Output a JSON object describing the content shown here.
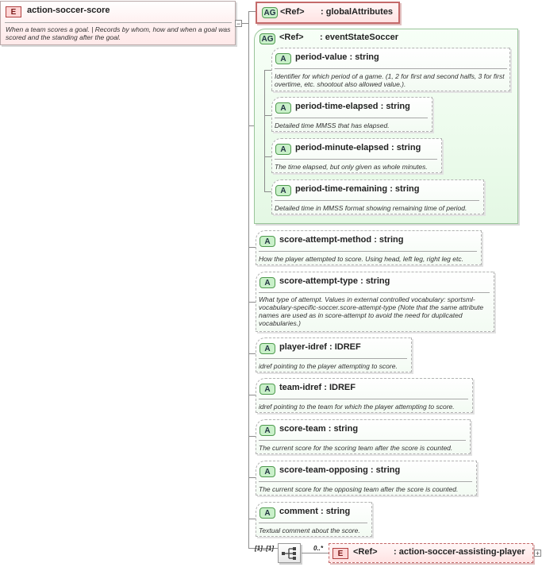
{
  "root": {
    "badge": "E",
    "name": "action-soccer-score",
    "doc": "When a team scores a goal. | Records by whom, how and when a goal was scored and the standing after the goal."
  },
  "global_ref": {
    "badge": "AG",
    "ref": "<Ref>",
    "name": ": globalAttributes"
  },
  "event_group": {
    "badge": "AG",
    "ref": "<Ref>",
    "name": ": eventStateSoccer",
    "attributes": [
      {
        "badge": "A",
        "name": "period-value",
        "type": ": string",
        "doc": "Identifier for which period of a game. (1, 2 for first and second halfs, 3 for first overtime, etc. shootout also allowed value.)."
      },
      {
        "badge": "A",
        "name": "period-time-elapsed",
        "type": ": string",
        "doc": "Detailed time MMSS that has elapsed."
      },
      {
        "badge": "A",
        "name": "period-minute-elapsed",
        "type": ": string",
        "doc": "The time elapsed, but only given as whole minutes."
      },
      {
        "badge": "A",
        "name": "period-time-remaining",
        "type": ": string",
        "doc": "Detailed time in MMSS format showing remaining time of period."
      }
    ]
  },
  "attributes": [
    {
      "badge": "A",
      "name": "score-attempt-method",
      "type": ": string",
      "doc": "How the player attempted to score. Using head, left leg, right leg etc."
    },
    {
      "badge": "A",
      "name": "score-attempt-type",
      "type": ": string",
      "doc": "What type of attempt. Values in external controlled vocabulary: sportsml-vocabulary-specific-soccer.score-attempt-type (Note that the same attribute names are used as in score-attempt to avoid the need for duplicated vocabularies.)"
    },
    {
      "badge": "A",
      "name": "player-idref",
      "type": ": IDREF",
      "doc": "idref pointing to the player attempting to score."
    },
    {
      "badge": "A",
      "name": "team-idref",
      "type": ": IDREF",
      "doc": "idref pointing to the team for which the player attempting to score."
    },
    {
      "badge": "A",
      "name": "score-team",
      "type": ": string",
      "doc": "The current score for the scoring team after the score is counted."
    },
    {
      "badge": "A",
      "name": "score-team-opposing",
      "type": ": string",
      "doc": "The current score for the opposing team after the score is counted."
    },
    {
      "badge": "A",
      "name": "comment",
      "type": ": string",
      "doc": "Textual comment about the score."
    }
  ],
  "sequence": {
    "cardinality": "[1]..[1]",
    "child_cardinality": "0..*",
    "child": {
      "badge": "E",
      "ref": "<Ref>",
      "name": ": action-soccer-assisting-player"
    }
  }
}
